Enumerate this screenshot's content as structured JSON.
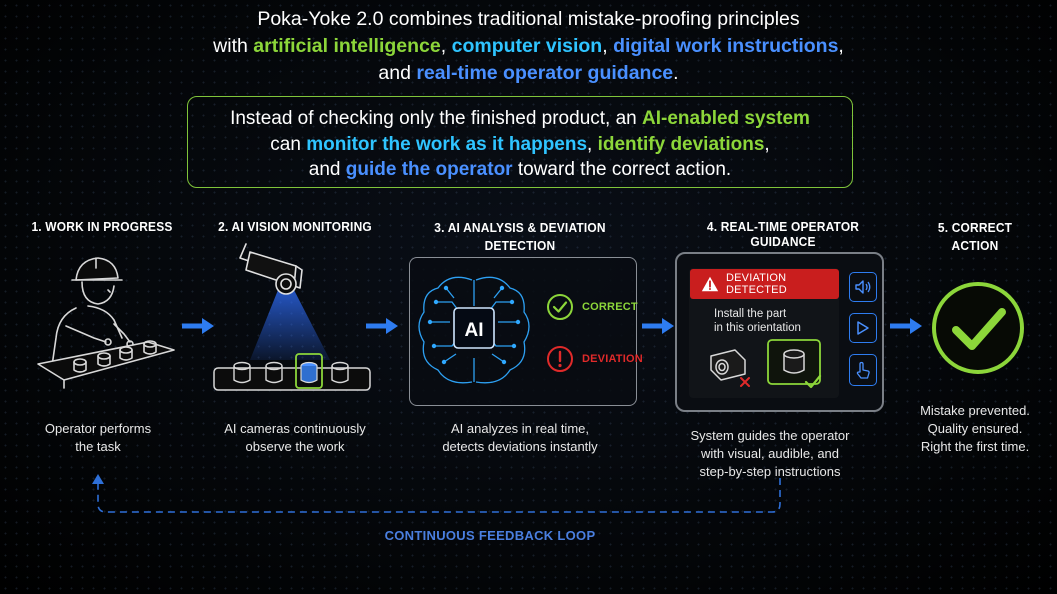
{
  "intro": {
    "line1": "Poka-Yoke 2.0 combines traditional mistake-proofing principles",
    "line2_pre": "with ",
    "term_ai": "artificial intelligence",
    "sep1": ", ",
    "term_cv": "computer vision",
    "sep2": ", ",
    "term_dwi": "digital work instructions",
    "sep3": ",",
    "line3_pre": "and ",
    "term_rtog": "real-time operator guidance",
    "line3_post": "."
  },
  "callout": {
    "l1_pre": "Instead of checking only the finished product, an ",
    "l1_term": "AI-enabled system",
    "l2_pre": "can ",
    "l2_term1": "monitor the work as it happens",
    "l2_sep": ", ",
    "l2_term2": "identify deviations",
    "l2_post": ",",
    "l3_pre": "and ",
    "l3_term": "guide the operator",
    "l3_post": " toward the correct action."
  },
  "steps": [
    {
      "title": "1. WORK IN PROGRESS",
      "desc_l1": "Operator performs",
      "desc_l2": "the task"
    },
    {
      "title": "2. AI VISION MONITORING",
      "desc_l1": "AI cameras continuously",
      "desc_l2": "observe the work"
    },
    {
      "title_l1": "3. AI ANALYSIS & DEVIATION",
      "title_l2": "DETECTION",
      "desc_l1": "AI analyzes in real time,",
      "desc_l2": "detects deviations instantly"
    },
    {
      "title": "4. REAL-TIME OPERATOR GUIDANCE",
      "desc_l1": "System guides the operator",
      "desc_l2": "with visual, audible, and",
      "desc_l3": "step-by-step instructions"
    },
    {
      "title_l1": "5. CORRECT",
      "title_l2": "ACTION",
      "desc_l1": "Mistake prevented.",
      "desc_l2": "Quality ensured.",
      "desc_l3": "Right the first time."
    }
  ],
  "analysis": {
    "chip_label": "AI",
    "correct_label": "CORRECT",
    "deviation_label": "DEVIATION"
  },
  "guidance": {
    "alert_label": "DEVIATION DETECTED",
    "instruction_l1": "Install the part",
    "instruction_l2": "in this orientation",
    "side_icons": [
      "speaker-icon",
      "play-icon",
      "touch-icon"
    ]
  },
  "loop": {
    "label": "CONTINUOUS FEEDBACK LOOP"
  },
  "colors": {
    "green": "#8cd63a",
    "cyan": "#2fc4ff",
    "blue": "#4a90ff",
    "red": "#e02a2a",
    "arrow": "#2e7cf0"
  }
}
